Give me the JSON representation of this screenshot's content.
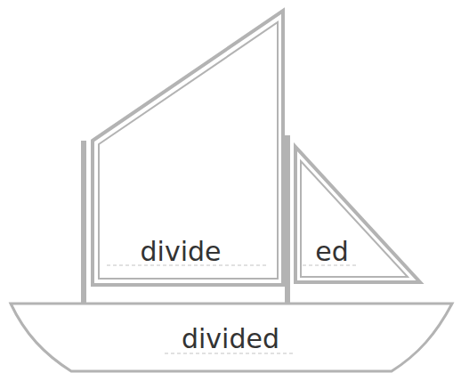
{
  "diagram": {
    "nodes": [
      {
        "text": [
          "divide"
        ]
      },
      {
        "text": [
          "ed"
        ]
      },
      {
        "text": [
          "divided"
        ]
      }
    ]
  }
}
